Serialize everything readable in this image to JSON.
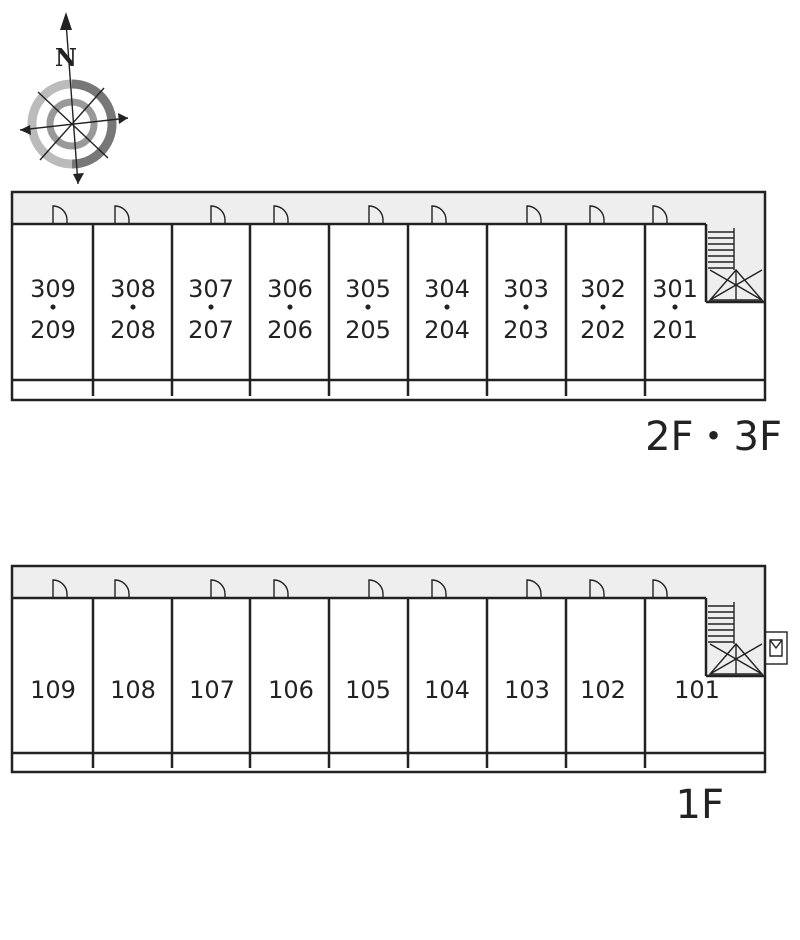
{
  "compass": {
    "north_label": "N"
  },
  "floors": [
    {
      "label": "2F・3F",
      "rooms": [
        {
          "top": "309",
          "sep": "・",
          "bottom": "209"
        },
        {
          "top": "308",
          "sep": "・",
          "bottom": "208"
        },
        {
          "top": "307",
          "sep": "・",
          "bottom": "207"
        },
        {
          "top": "306",
          "sep": "・",
          "bottom": "206"
        },
        {
          "top": "305",
          "sep": "・",
          "bottom": "205"
        },
        {
          "top": "304",
          "sep": "・",
          "bottom": "204"
        },
        {
          "top": "303",
          "sep": "・",
          "bottom": "203"
        },
        {
          "top": "302",
          "sep": "・",
          "bottom": "202"
        },
        {
          "top": "301",
          "sep": "・",
          "bottom": "201"
        }
      ]
    },
    {
      "label": "1F",
      "rooms": [
        {
          "top": "109"
        },
        {
          "top": "108"
        },
        {
          "top": "107"
        },
        {
          "top": "106"
        },
        {
          "top": "105"
        },
        {
          "top": "104"
        },
        {
          "top": "103"
        },
        {
          "top": "102"
        },
        {
          "top": "101"
        }
      ]
    }
  ],
  "colors": {
    "corridor": "#eeeeee",
    "wall": "#222222",
    "compass_ring": "#888888"
  }
}
